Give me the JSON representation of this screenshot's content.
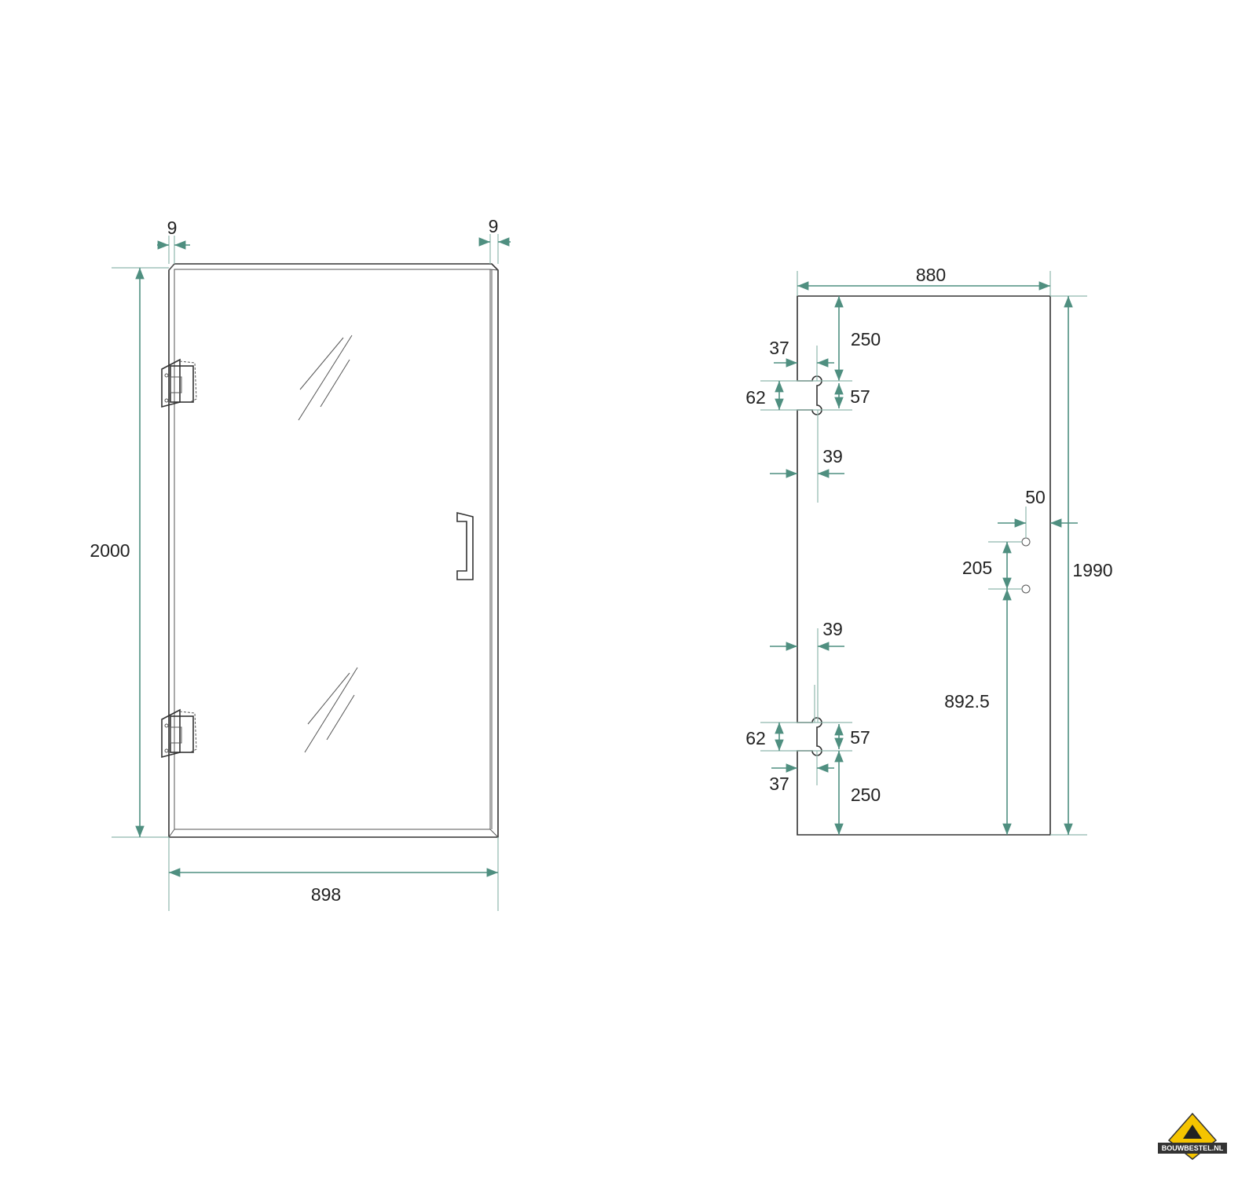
{
  "left_view": {
    "dims": {
      "left_edge": "9",
      "right_edge": "9",
      "height": "2000",
      "width": "898"
    }
  },
  "right_view": {
    "dims": {
      "width": "880",
      "height": "1990",
      "top_hinge_offset": "250",
      "top_notch_depth": "37",
      "top_notch_height": "62",
      "top_notch_hole_spacing": "57",
      "top_hole_offset": "39",
      "handle_edge_offset": "50",
      "handle_hole_spacing": "205",
      "bottom_hole_offset": "39",
      "handle_height": "892.5",
      "bottom_notch_height": "62",
      "bottom_notch_hole_spacing": "57",
      "bottom_notch_depth": "37",
      "bottom_hinge_offset": "250"
    }
  },
  "logo": {
    "text": "BOUWBESTEL.NL"
  },
  "colors": {
    "dimension": "#4f8f80",
    "logo_yellow": "#f5c400"
  }
}
